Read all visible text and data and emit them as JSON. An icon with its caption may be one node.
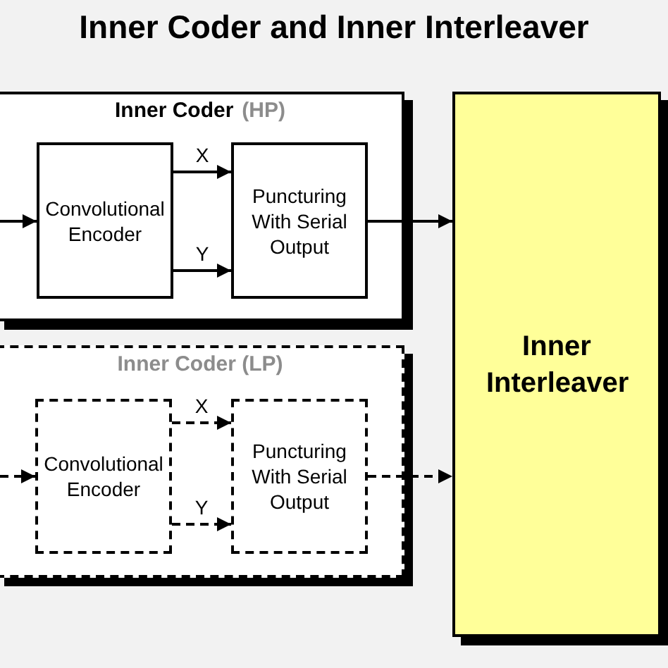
{
  "diagram": {
    "title": "Inner Coder and Inner Interleaver",
    "nodes": [
      {
        "text": [
          "Inner Coder",
          "(HP)"
        ]
      },
      {
        "text": [
          "Convolutional Encoder"
        ],
        "in": 0
      },
      {
        "text": [
          "Puncturing With Serial Output"
        ],
        "in": 0
      },
      {
        "text": [
          "Inner Interleaver"
        ]
      },
      {
        "text": [
          "Inner Coder (LP)"
        ]
      },
      {
        "text": [
          "Convolutional Encoder"
        ],
        "in": 4
      },
      {
        "text": [
          "Puncturing With Serial Output"
        ],
        "in": 4
      }
    ],
    "edges": [
      {
        "from": null,
        "to": 1,
        "arrow": "to"
      },
      {
        "from": 1,
        "to": 2,
        "arrow": "to",
        "label": "X"
      },
      {
        "from": 1,
        "to": 2,
        "arrow": "to",
        "label": "Y"
      },
      {
        "from": 2,
        "to": 3,
        "arrow": "to"
      },
      {
        "from": null,
        "to": 5,
        "arrow": "to",
        "style": "dashed"
      },
      {
        "from": 5,
        "to": 6,
        "arrow": "to",
        "label": "X",
        "style": "dashed"
      },
      {
        "from": 5,
        "to": 6,
        "arrow": "to",
        "label": "Y",
        "style": "dashed"
      },
      {
        "from": 6,
        "to": 3,
        "arrow": "to",
        "style": "dashed"
      }
    ]
  }
}
